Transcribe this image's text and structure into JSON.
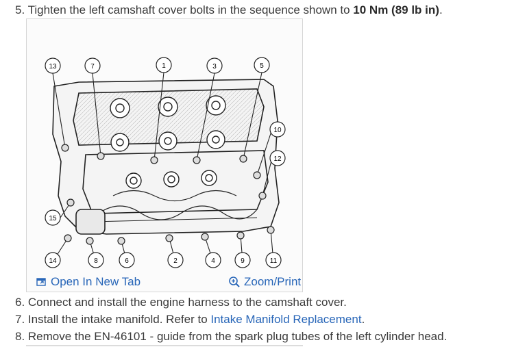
{
  "step5": {
    "prefix": "5. Tighten the left camshaft cover bolts in the sequence shown to ",
    "torque": "10 Nm (89 lb in)",
    "suffix": "."
  },
  "figure": {
    "callouts": [
      "13",
      "7",
      "1",
      "3",
      "5",
      "10",
      "12",
      "15",
      "14",
      "8",
      "6",
      "2",
      "4",
      "9",
      "11"
    ],
    "open_tab_label": "Open In New Tab",
    "zoom_label": "Zoom/Print"
  },
  "step6": {
    "text": "6. Connect and install the engine harness to the camshaft cover."
  },
  "step7": {
    "prefix": "7. Install the intake manifold. Refer to ",
    "link": "Intake Manifold Replacement",
    "suffix": "."
  },
  "step8": {
    "text": "8. Remove the EN-46101 - guide from the spark plug tubes of the left cylinder head."
  },
  "colors": {
    "link": "#2866b8",
    "text": "#3a3a3a"
  },
  "icons": [
    "open-new-tab-icon",
    "zoom-icon"
  ]
}
